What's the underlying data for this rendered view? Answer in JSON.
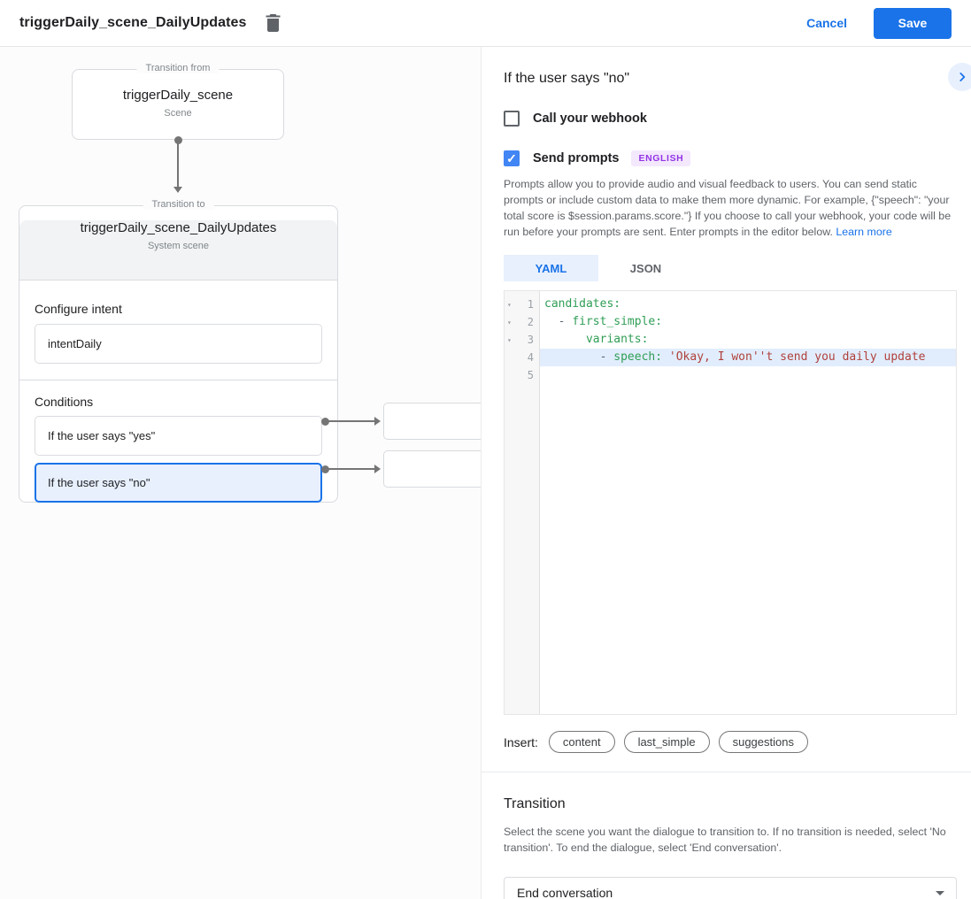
{
  "toolbar": {
    "title": "triggerDaily_scene_DailyUpdates",
    "cancel_label": "Cancel",
    "save_label": "Save"
  },
  "colors": {
    "accent_blue": "#1a73e8",
    "checkbox_blue": "#4285f4",
    "selected_condition_bg": "#e8f0fe",
    "badge_bg": "#f3e8fd",
    "badge_text": "#9334e6",
    "code_key_green": "#2f9e55",
    "code_string_red": "#b0413b"
  },
  "canvas": {
    "from_box": {
      "legend": "Transition from",
      "title": "triggerDaily_scene",
      "subtitle": "Scene"
    },
    "to_card": {
      "legend": "Transition to",
      "title": "triggerDaily_scene_DailyUpdates",
      "subtitle": "System scene",
      "configure_intent_label": "Configure intent",
      "intent_value": "intentDaily",
      "conditions_label": "Conditions",
      "conditions": [
        {
          "label": "If the user says \"yes\"",
          "selected": false
        },
        {
          "label": "If the user says \"no\"",
          "selected": true
        }
      ]
    }
  },
  "panel": {
    "title": "If the user says \"no\"",
    "webhook": {
      "label": "Call your webhook",
      "checked": false
    },
    "send_prompts": {
      "label": "Send prompts",
      "checked": true,
      "badge": "ENGLISH",
      "check_glyph": "✓"
    },
    "description": "Prompts allow you to provide audio and visual feedback to users. You can send static prompts or include custom data to make them more dynamic. For example, {\"speech\": \"your total score is $session.params.score.\"} If you choose to call your webhook, your code will be run before your prompts are sent. Enter prompts in the editor below. ",
    "learn_more_label": "Learn more",
    "tabs": [
      {
        "label": "YAML",
        "active": true
      },
      {
        "label": "JSON",
        "active": false
      }
    ],
    "editor": {
      "lines": [
        {
          "num": 1,
          "tokens": [
            {
              "t": "candidates:"
            }
          ]
        },
        {
          "num": 2,
          "tokens": [
            {
              "t": "  - "
            },
            {
              "t": "first_simple:"
            }
          ]
        },
        {
          "num": 3,
          "tokens": [
            {
              "t": "      "
            },
            {
              "t": "variants:"
            }
          ]
        },
        {
          "num": 4,
          "tokens": [
            {
              "t": "        - "
            },
            {
              "t": "speech:"
            },
            {
              "t": " "
            },
            {
              "t": "'Okay, I won''t send you daily update"
            }
          ]
        },
        {
          "num": 5,
          "tokens": []
        }
      ]
    },
    "insert": {
      "label": "Insert:",
      "chips": [
        "content",
        "last_simple",
        "suggestions"
      ]
    },
    "transition": {
      "title": "Transition",
      "description": "Select the scene you want the dialogue to transition to. If no transition is needed, select 'No transition'. To end the dialogue, select 'End conversation'.",
      "selected_value": "End conversation"
    }
  },
  "icons": {
    "trash": "trash-icon",
    "chevron_right": "chevron-right-icon",
    "fold_arrow": "fold-arrow-icon",
    "dropdown_caret": "caret-down-icon"
  }
}
